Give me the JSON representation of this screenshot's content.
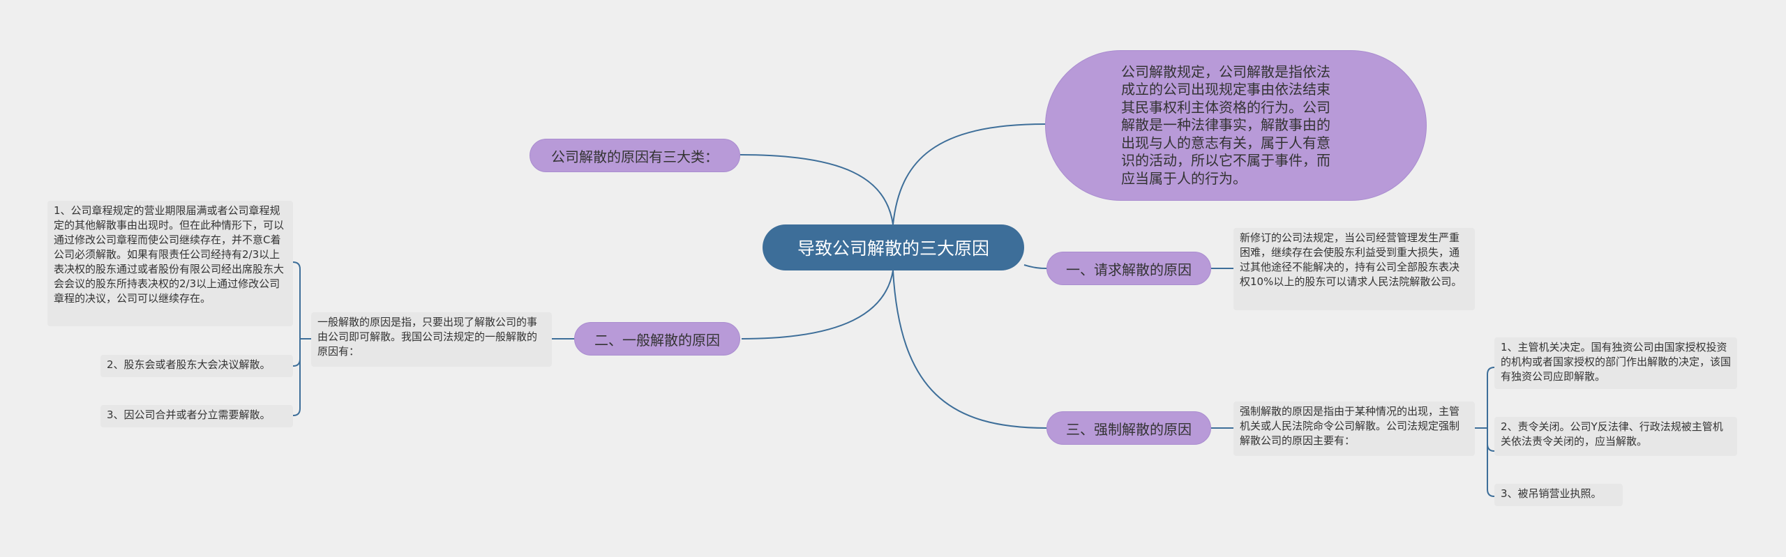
{
  "root": {
    "title": "导致公司解散的三大原因"
  },
  "definition": {
    "text": "公司解散规定，公司解散是指依法成立的公司出现规定事由依法结束其民事权利主体资格的行为。公司解散是一种法律事实，解散事由的出现与人的意志有关，属于人有意识的活动，所以它不属于事件，而应当属于人的行为。"
  },
  "types_intro": {
    "label": "公司解散的原因有三大类："
  },
  "branch_request": {
    "label": "一、请求解散的原因",
    "note": "新修订的公司法规定，当公司经营管理发生严重困难，继续存在会使股东利益受到重大损失，通过其他途径不能解决的，持有公司全部股东表决权10%以上的股东可以请求人民法院解散公司。"
  },
  "branch_forced": {
    "label": "三、强制解散的原因",
    "note": "强制解散的原因是指由于某种情况的出现，主管机关或人民法院命令公司解散。公司法规定强制解散公司的原因主要有：",
    "items": [
      "1、主管机关决定。国有独资公司由国家授权投资的机构或者国家授权的部门作出解散的决定，该国有独资公司应即解散。",
      "2、责令关闭。公司Y反法律、行政法规被主管机关依法责令关闭的，应当解散。",
      "3、被吊销营业执照。"
    ]
  },
  "branch_general": {
    "label": "二、一般解散的原因",
    "note": "一般解散的原因是指，只要出现了解散公司的事由公司即可解散。我国公司法规定的一般解散的原因有：",
    "items": [
      "1、公司章程规定的营业期限届满或者公司章程规定的其他解散事由出现时。但在此种情形下，可以通过修改公司章程而使公司继续存在，并不意C着公司必须解散。如果有限责任公司经持有2/3以上表决权的股东通过或者股份有限公司经出席股东大会会议的股东所持表决权的2/3以上通过修改公司章程的决议，公司可以继续存在。",
      "2、股东会或者股东大会决议解散。",
      "3、因公司合并或者分立需要解散。"
    ]
  },
  "colors": {
    "background": "#efefef",
    "root": "#3d6e99",
    "branch": "#b89ad8",
    "note": "#e7e7e7",
    "connector": "#3d6e99"
  }
}
